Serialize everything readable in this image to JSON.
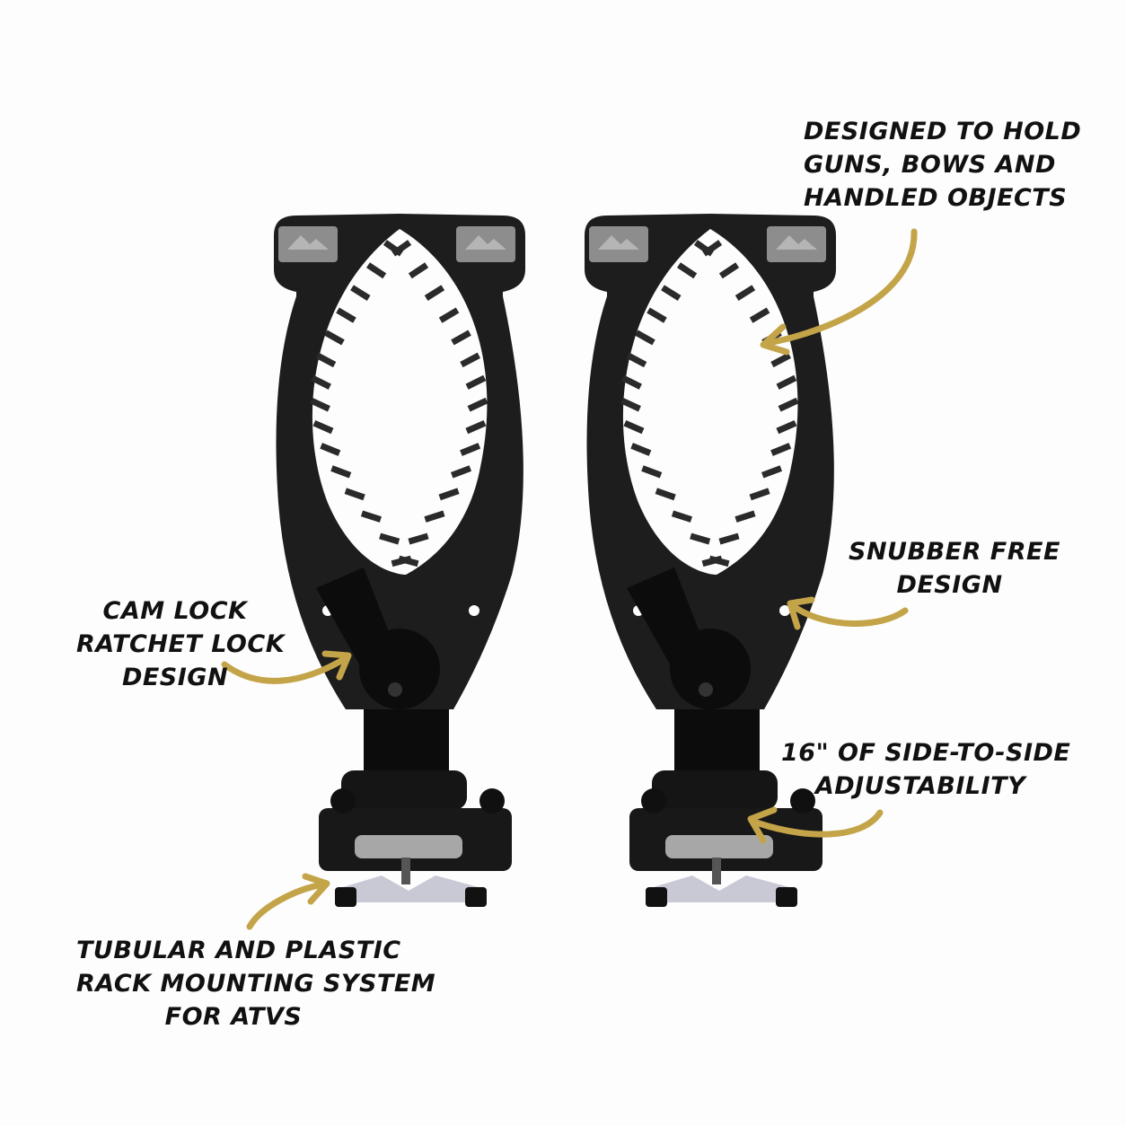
{
  "colors": {
    "background": "#fdfdfd",
    "holder_body": "#1d1d1d",
    "holder_shadow": "#0c0c0c",
    "tooth": "#2a2a2a",
    "badge": "#8d8d8d",
    "knob": "#a7a7a7",
    "plate": "#c9c9d6",
    "arrow": "#c4a449",
    "text": "#111111"
  },
  "icons": {
    "arrow": "curved-arrow-icon",
    "logo_badge": "mountain-logo-icon"
  },
  "callouts": {
    "designed_to_hold": [
      "Designed to hold",
      "guns, bows and",
      "handled objects"
    ],
    "snubber_free": [
      "Snubber free",
      "design"
    ],
    "cam_lock": [
      "Cam lock",
      "ratchet lock",
      "design"
    ],
    "adjustability": [
      "16\" of side-to-side",
      "adjustability"
    ],
    "tubular": [
      "Tubular and plastic",
      "rack mounting system",
      "for ATVs"
    ]
  }
}
